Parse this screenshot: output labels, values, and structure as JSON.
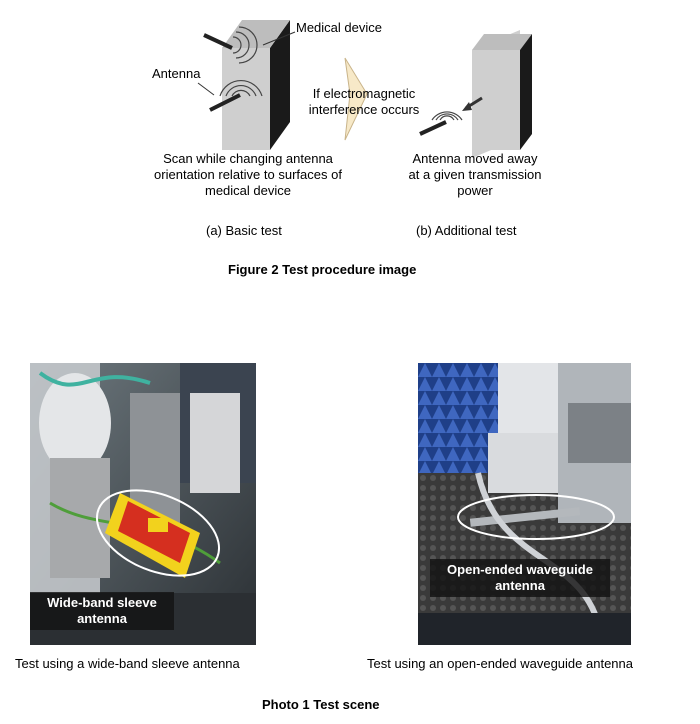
{
  "figure2": {
    "labels": {
      "medical_device": "Medical device",
      "antenna": "Antenna",
      "emi_line1": "If electromagnetic",
      "emi_line2": "interference occurs",
      "scan_line1": "Scan while changing antenna",
      "scan_line2": "orientation relative to surfaces of",
      "scan_line3": "medical device",
      "moved_line1": "Antenna moved away",
      "moved_line2": "at a given transmission",
      "moved_line3": "power"
    },
    "sub_a": "(a) Basic test",
    "sub_b": "(b) Additional  test",
    "title": "Figure 2  Test procedure image"
  },
  "photo1": {
    "left_overlay_line1": "Wide-band sleeve",
    "left_overlay_line2": "antenna",
    "right_overlay_line1": "Open-ended waveguide",
    "right_overlay_line2": "antenna",
    "left_caption": "Test using a wide-band sleeve antenna",
    "right_caption": "Test using an open-ended waveguide antenna",
    "title": "Photo 1  Test scene"
  },
  "colors": {
    "device_face": "#cfcfcf",
    "device_side": "#1a1a1a",
    "arrow_fill": "#f7e9c8",
    "foam_blue": "#2a4f9c"
  }
}
